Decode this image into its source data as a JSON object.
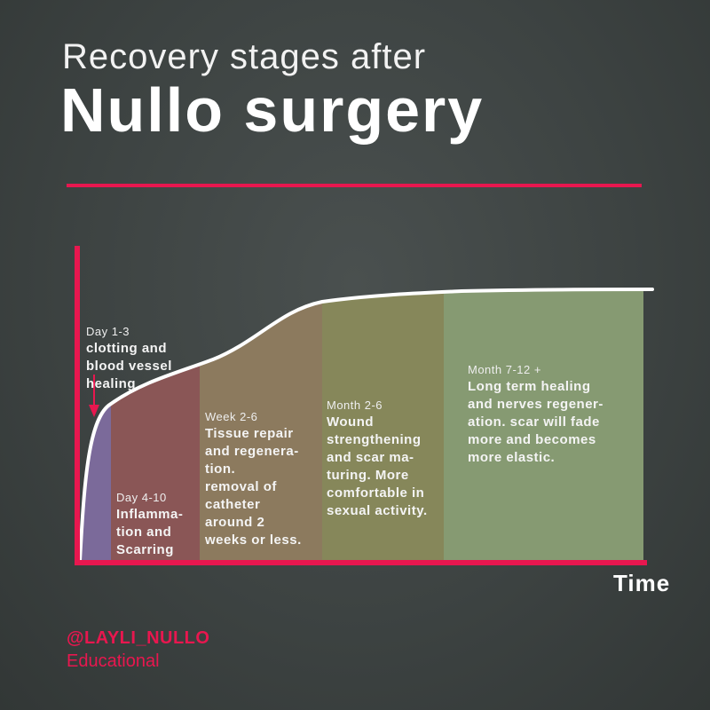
{
  "title": {
    "line1": "Recovery stages after",
    "line2": "Nullo surgery"
  },
  "axis": {
    "x_label": "Time"
  },
  "colors": {
    "accent": "#e8174f",
    "background": "#3d4342"
  },
  "stages": [
    {
      "period": "Day 1-3",
      "text": "clotting and\nblood vessel\nhealing",
      "color": "#7b6a9a"
    },
    {
      "period": "Day 4-10",
      "text": "Inflamma-\ntion and\nScarring",
      "color": "#8a5656"
    },
    {
      "period": "Week 2-6",
      "text": "Tissue repair\nand regenera-\ntion.\nremoval of\ncatheter\naround 2\nweeks or less.",
      "color": "#8c7a5e"
    },
    {
      "period": "Month 2-6",
      "text": "Wound\nstrengthening\nand scar ma-\nturing. More\ncomfortable in\nsexual activity.",
      "color": "#86875a"
    },
    {
      "period": "Month 7-12 +",
      "text": "Long term healing\nand nerves regener-\nation. scar will fade\nmore and becomes\nmore elastic.",
      "color": "#869a72"
    }
  ],
  "footer": {
    "handle": "@LAYLI_NULLO",
    "tag": "Educational"
  }
}
